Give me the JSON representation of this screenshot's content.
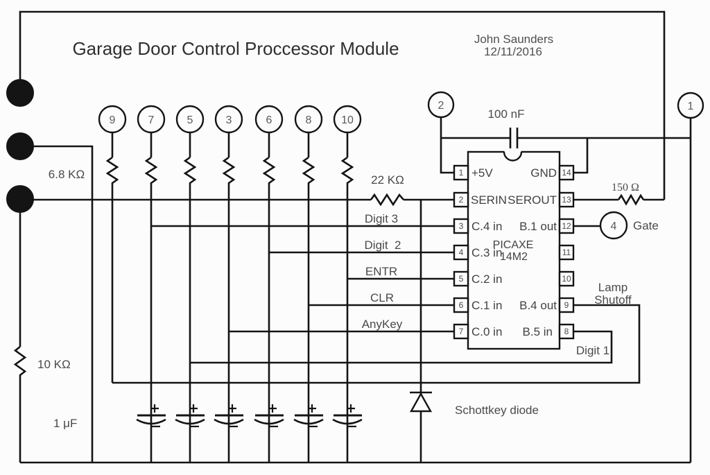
{
  "title": "Garage Door Control Proccessor Module",
  "author": {
    "name": "John Saunders",
    "date": "12/11/2016"
  },
  "terminals": {
    "top_mid": "2",
    "top_right": "1",
    "gate": "4"
  },
  "keypad_terminals": [
    "9",
    "7",
    "5",
    "3",
    "6",
    "8",
    "10"
  ],
  "components": {
    "pullup_resistor": "6.8 KΩ",
    "serin_resistor": "22 KΩ",
    "serout_resistor": "150 Ω",
    "bottom_resistor": "10 KΩ",
    "bulk_capacitor": "1 μF",
    "decoupling_capacitor": "100 nF",
    "diode": "Schottkey diode"
  },
  "signal_labels": {
    "digit3": "Digit 3",
    "digit2": "Digit  2",
    "entr": "ENTR",
    "clr": "CLR",
    "anykey": "AnyKey",
    "digit1": "Digit 1",
    "lamp_line1": "Lamp",
    "lamp_line2": "Shutoff",
    "gate": "Gate"
  },
  "chip": {
    "name_line1": "PICAXE",
    "name_line2": "14M2",
    "left_pins": [
      {
        "num": "1",
        "label": "+5V"
      },
      {
        "num": "2",
        "label": "SERIN"
      },
      {
        "num": "3",
        "label": "C.4 in"
      },
      {
        "num": "4",
        "label": "C.3 in"
      },
      {
        "num": "5",
        "label": "C.2 in"
      },
      {
        "num": "6",
        "label": "C.1 in"
      },
      {
        "num": "7",
        "label": "C.0 in"
      }
    ],
    "right_pins": [
      {
        "num": "14",
        "label": "GND"
      },
      {
        "num": "13",
        "label": "SEROUT"
      },
      {
        "num": "12",
        "label": "B.1 out"
      },
      {
        "num": "11",
        "label": ""
      },
      {
        "num": "10",
        "label": ""
      },
      {
        "num": "9",
        "label": "B.4 out"
      },
      {
        "num": "8",
        "label": "B.5 in"
      }
    ]
  }
}
